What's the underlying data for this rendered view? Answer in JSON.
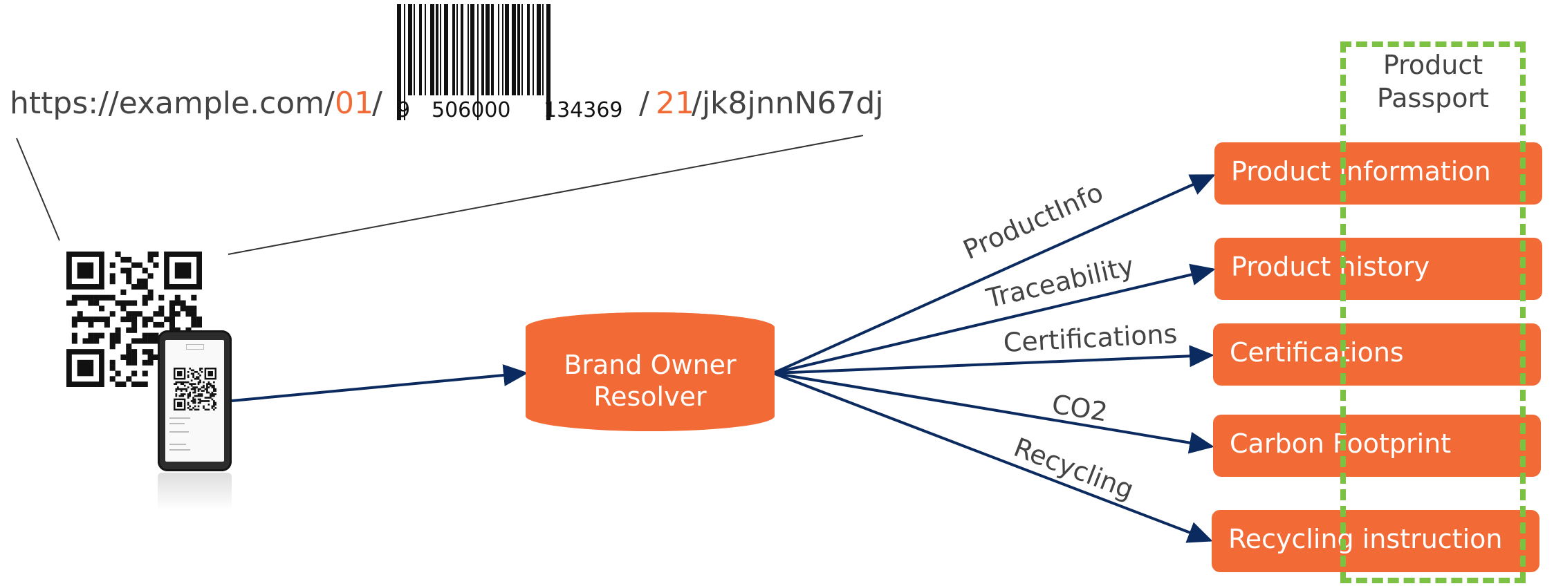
{
  "url": {
    "prefix": "https://example.com/",
    "ai_gtin": "01",
    "slash1": "/",
    "slash2": "/",
    "ai_serial": "21",
    "serial": "/jk8jnnN67dj"
  },
  "barcode": {
    "digit_first": "9",
    "group_left": "506000",
    "group_right": "134369"
  },
  "resolver": {
    "label_line1": "Brand Owner",
    "label_line2": "Resolver"
  },
  "passport": {
    "title_line1": "Product",
    "title_line2": "Passport"
  },
  "links": [
    {
      "label": "ProductInfo",
      "target": "Product information"
    },
    {
      "label": "Traceability",
      "target": "Product history"
    },
    {
      "label": "Certifications",
      "target": "Certifications"
    },
    {
      "label": "CO2",
      "target": "Carbon Footprint"
    },
    {
      "label": "Recycling",
      "target": "Recycling instruction"
    }
  ],
  "colors": {
    "accent": "#f26a35",
    "arrow": "#0b2a5f",
    "passport_border": "#7cc142",
    "text": "#444444"
  }
}
